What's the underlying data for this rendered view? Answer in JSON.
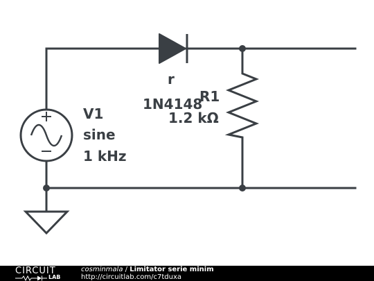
{
  "schematic": {
    "source": {
      "name": "V1",
      "type": "sine",
      "frequency": "1 kHz"
    },
    "diode": {
      "name": "r",
      "part": "1N4148"
    },
    "resistor": {
      "name": "R1",
      "value": "1.2 kΩ"
    }
  },
  "footer": {
    "logo_top": "CIRCUIT",
    "logo_bottom": "LAB",
    "author": "cosminmala",
    "separator": " / ",
    "title": "Limitator serie minim",
    "url": "http://circuitlab.com/c7tduxa"
  },
  "colors": {
    "wire": "#3a3f44",
    "footer_bg": "#000000",
    "footer_text": "#ffffff"
  }
}
